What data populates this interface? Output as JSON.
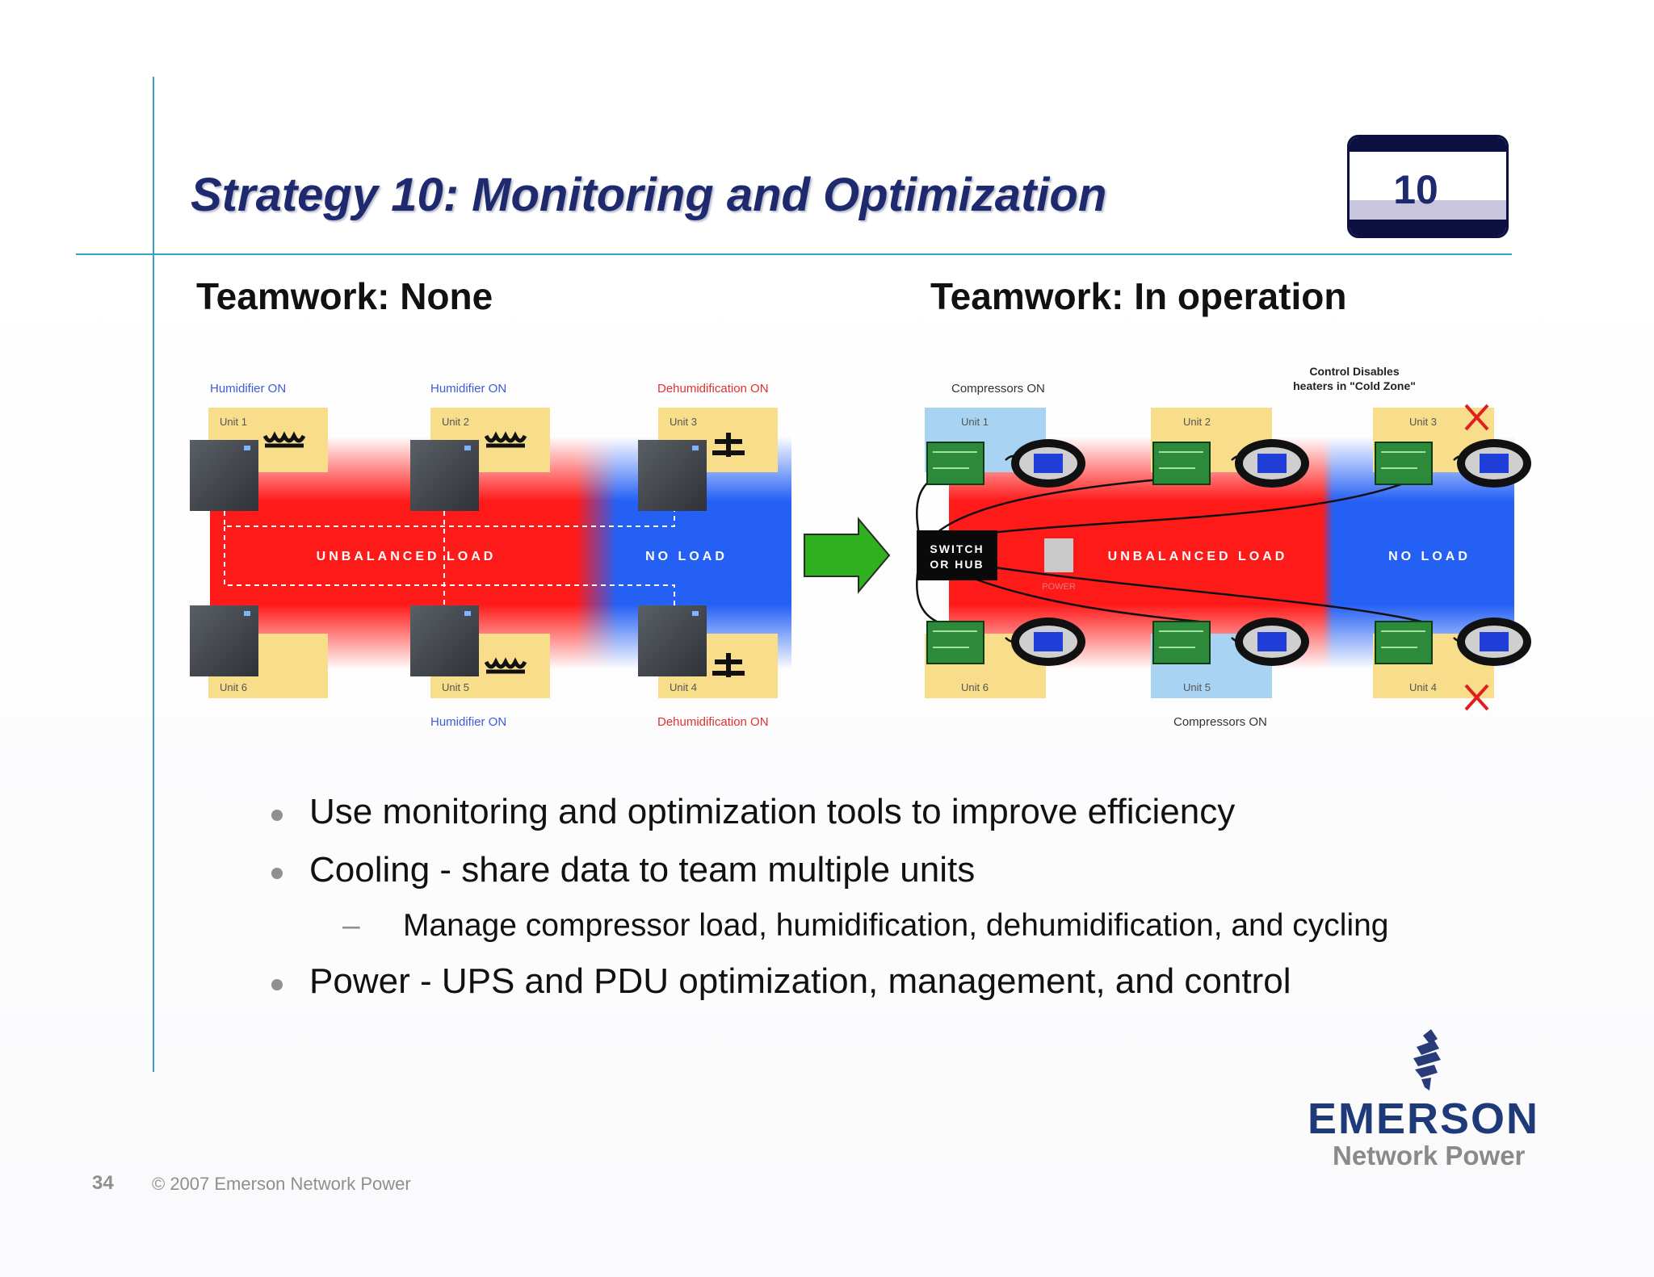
{
  "title": "Strategy 10: Monitoring and Optimization",
  "badge_number": "10",
  "left_heading": "Teamwork: None",
  "right_heading": "Teamwork: In operation",
  "left_diagram": {
    "top_labels": [
      "Humidifier ON",
      "Humidifier ON",
      "Dehumidification ON"
    ],
    "bottom_labels": [
      "Humidifier ON",
      "Dehumidification ON"
    ],
    "units_top": [
      "Unit 1",
      "Unit 2",
      "Unit 3"
    ],
    "units_bottom": [
      "Unit 6",
      "Unit 5",
      "Unit 4"
    ],
    "unbalanced_label": "UNBALANCED LOAD",
    "noload_label": "NO LOAD"
  },
  "right_diagram": {
    "top_label": "Compressors ON",
    "control_note_line1": "Control Disables",
    "control_note_line2": "heaters in \"Cold Zone\"",
    "units_top": [
      "Unit 1",
      "Unit 2",
      "Unit 3"
    ],
    "units_bottom": [
      "Unit 6",
      "Unit 5",
      "Unit 4"
    ],
    "switch_line1": "SWITCH",
    "switch_line2": "OR HUB",
    "power_label": "POWER",
    "unbalanced_label": "UNBALANCED LOAD",
    "noload_label": "NO LOAD",
    "bottom_label": "Compressors ON"
  },
  "bullets": [
    "Use monitoring and optimization tools to improve efficiency",
    "Cooling - share data to team multiple units",
    "Manage compressor load, humidification, dehumidification, and cycling",
    "Power - UPS and PDU optimization, management, and control"
  ],
  "logo": {
    "word": "EMERSON",
    "sub": "Network Power"
  },
  "page_number": "34",
  "copyright": "© 2007 Emerson Network Power",
  "colors": {
    "title": "#1f2a6e",
    "rule": "#3aa0c8",
    "unbalanced": "#ff1a1a",
    "noload": "#1a55f5",
    "unit_bg": "#f8dd8a",
    "arrow": "#2fb01e"
  }
}
